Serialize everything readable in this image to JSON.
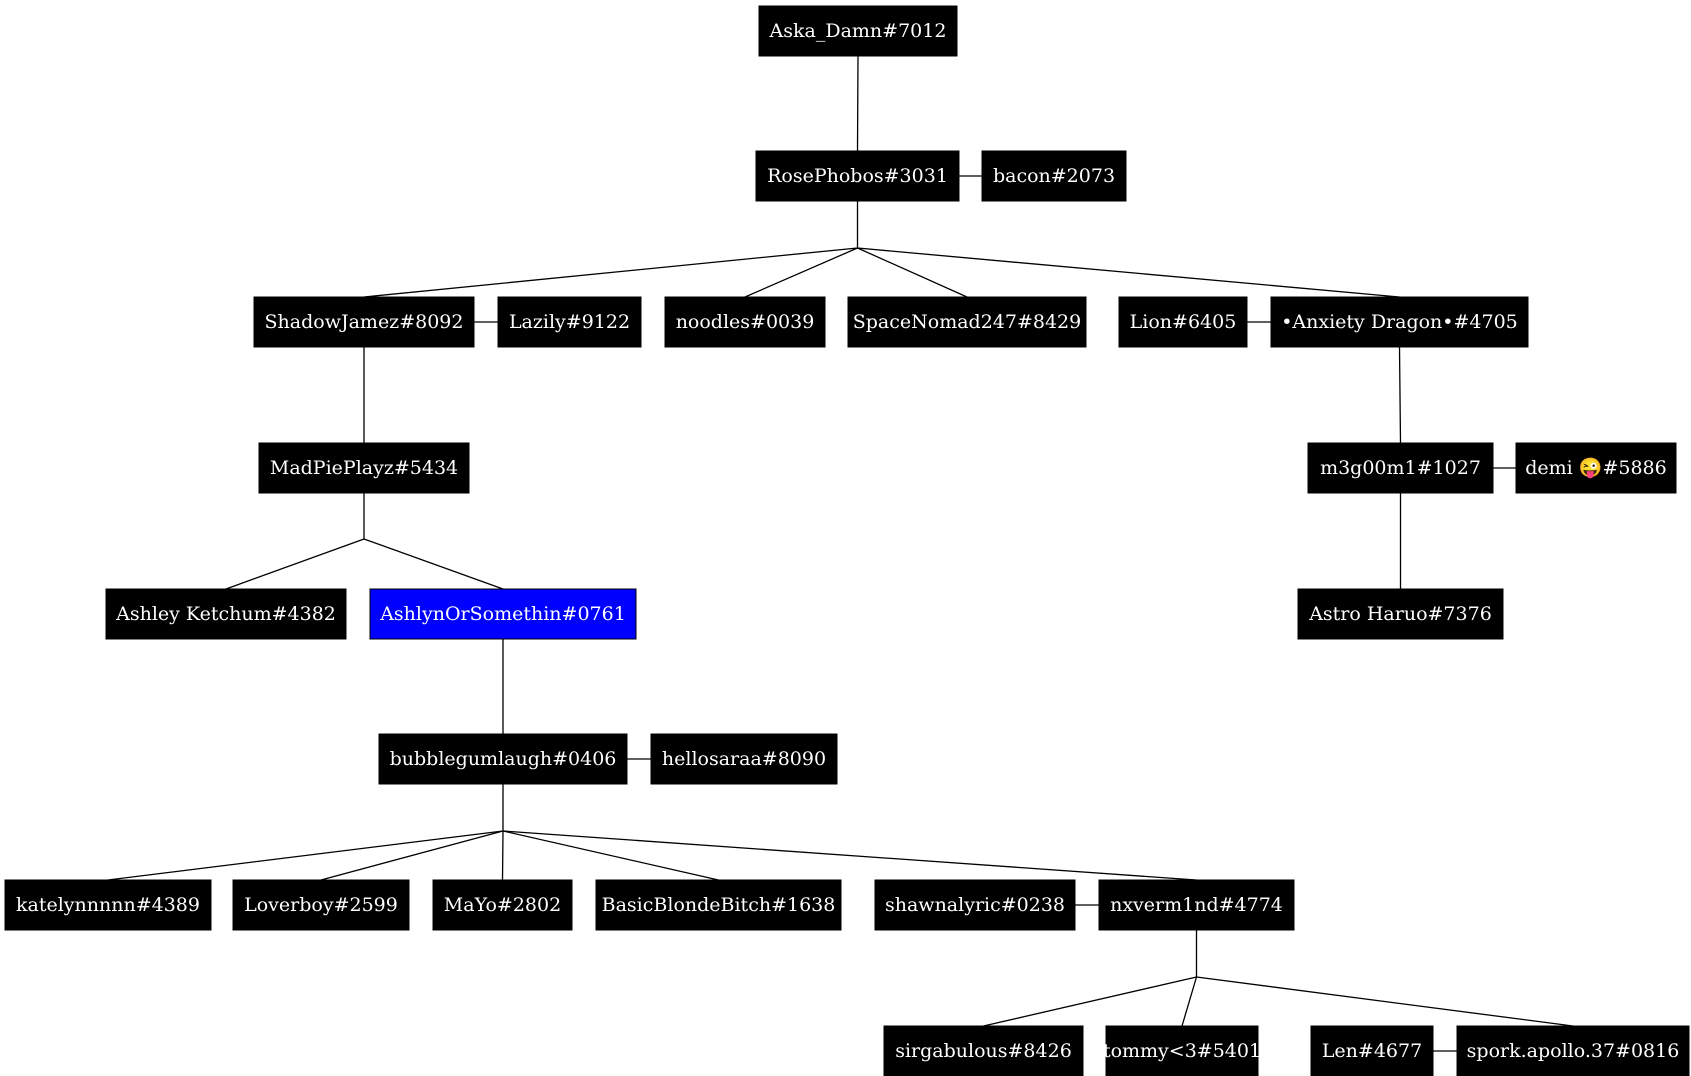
{
  "colors": {
    "node_fill": "#000000",
    "highlight_fill": "#0000ff",
    "text": "#ffffff",
    "edge": "#000000",
    "background": "#ffffff"
  },
  "nodes": [
    {
      "id": "aska",
      "label": "Aska_Damn#7012"
    },
    {
      "id": "rose",
      "label": "RosePhobos#3031"
    },
    {
      "id": "bacon",
      "label": "bacon#2073"
    },
    {
      "id": "shadow",
      "label": "ShadowJamez#8092"
    },
    {
      "id": "lazily",
      "label": "Lazily#9122"
    },
    {
      "id": "noodles",
      "label": "noodles#0039"
    },
    {
      "id": "space",
      "label": "SpaceNomad247#8429"
    },
    {
      "id": "lion",
      "label": "Lion#6405"
    },
    {
      "id": "anxiety",
      "label": "•Anxiety Dragon•#4705"
    },
    {
      "id": "madpie",
      "label": "MadPiePlayz#5434"
    },
    {
      "id": "m3g",
      "label": "m3g00m1#1027"
    },
    {
      "id": "demi",
      "label": "demi 😜#5886"
    },
    {
      "id": "ashley",
      "label": "Ashley Ketchum#4382"
    },
    {
      "id": "ashlyn",
      "label": "AshlynOrSomethin#0761",
      "highlighted": true
    },
    {
      "id": "astro",
      "label": "Astro Haruo#7376"
    },
    {
      "id": "bubble",
      "label": "bubblegumlaugh#0406"
    },
    {
      "id": "hellosaraa",
      "label": "hellosaraa#8090"
    },
    {
      "id": "katelyn",
      "label": "katelynnnnn#4389"
    },
    {
      "id": "loverboy",
      "label": "Loverboy#2599"
    },
    {
      "id": "mayo",
      "label": "MaYo#2802"
    },
    {
      "id": "basic",
      "label": "BasicBlondeBitch#1638"
    },
    {
      "id": "shawna",
      "label": "shawnalyric#0238"
    },
    {
      "id": "nxverm",
      "label": "nxverm1nd#4774"
    },
    {
      "id": "sirga",
      "label": "sirgabulous#8426"
    },
    {
      "id": "tommy",
      "label": "tommy<3#5401"
    },
    {
      "id": "len",
      "label": "Len#4677"
    },
    {
      "id": "spork",
      "label": "spork.apollo.37#0816"
    }
  ],
  "couples": [
    [
      "rose",
      "bacon"
    ],
    [
      "shadow",
      "lazily"
    ],
    [
      "lion",
      "anxiety"
    ],
    [
      "m3g",
      "demi"
    ],
    [
      "bubble",
      "hellosaraa"
    ],
    [
      "shawna",
      "nxverm"
    ],
    [
      "len",
      "spork"
    ]
  ],
  "families": [
    {
      "parent": "aska",
      "children": [
        "rose"
      ]
    },
    {
      "parent": "rose",
      "children": [
        "shadow",
        "noodles",
        "space",
        "anxiety"
      ]
    },
    {
      "parent": "shadow",
      "children": [
        "madpie"
      ]
    },
    {
      "parent": "anxiety",
      "children": [
        "m3g"
      ]
    },
    {
      "parent": "madpie",
      "children": [
        "ashley",
        "ashlyn"
      ]
    },
    {
      "parent": "m3g",
      "children": [
        "astro"
      ]
    },
    {
      "parent": "ashlyn",
      "children": [
        "bubble"
      ]
    },
    {
      "parent": "bubble",
      "children": [
        "katelyn",
        "loverboy",
        "mayo",
        "basic",
        "nxverm"
      ]
    },
    {
      "parent": "nxverm",
      "children": [
        "sirga",
        "tommy",
        "spork"
      ]
    }
  ]
}
